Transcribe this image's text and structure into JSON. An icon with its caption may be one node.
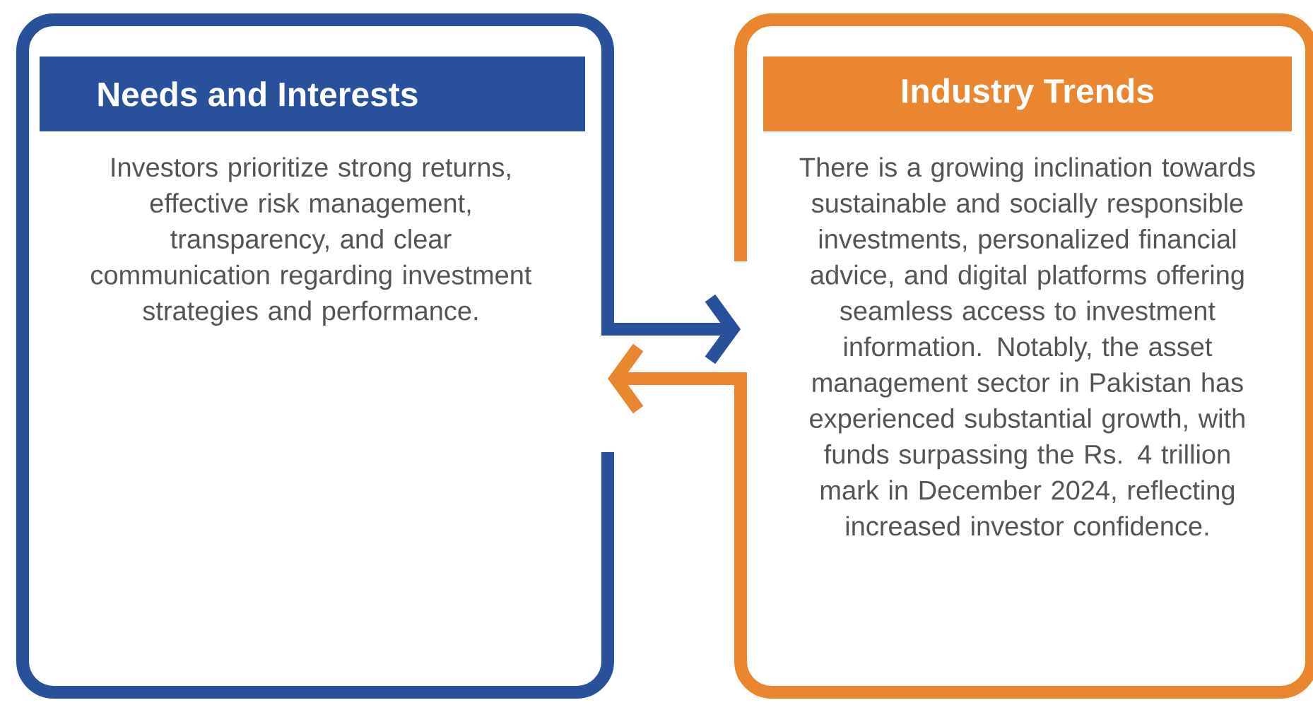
{
  "diagram": {
    "nodes": [
      {
        "text": [
          "Needs and Interests",
          "Investors prioritize strong returns, effective risk management, transparency, and clear communication regarding investment strategies and performance."
        ]
      },
      {
        "text": [
          "Industry Trends",
          "There is a growing inclination towards sustainable and socially responsible investments, personalized financial advice, and digital platforms offering seamless access to investment information. Notably, the asset management sector in Pakistan has experienced substantial growth, with funds surpassing the Rs. 4 trillion mark in December 2024, reflecting increased investor confidence."
        ]
      }
    ],
    "edges": [
      {
        "from": 0,
        "to": 1,
        "arrow": "to",
        "color": "#27529b"
      },
      {
        "from": 1,
        "to": 0,
        "arrow": "to",
        "color": "#ea8530"
      }
    ]
  }
}
